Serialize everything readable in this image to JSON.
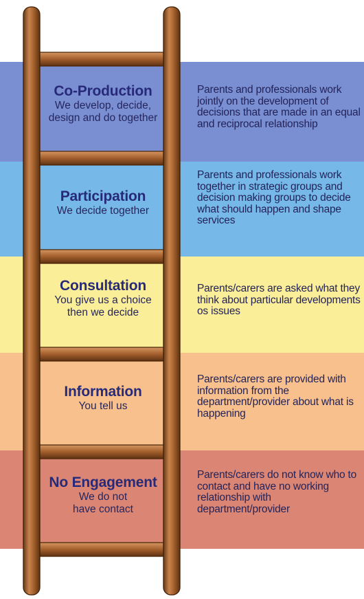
{
  "colors": {
    "co_production": "#7a8fd2",
    "participation": "#76b8e8",
    "consultation": "#fbee98",
    "information": "#f7c08c",
    "no_engagement": "#db8674",
    "wood_dark": "#6a3a16",
    "wood_light": "#c8834e"
  },
  "rungs": [
    {
      "title": "Co-Production",
      "subtitle": "We develop, decide, design and do together",
      "description": "Parents and professionals work jointly on the development of decisions that are made in an equal and reciprocal relationship"
    },
    {
      "title": "Participation",
      "subtitle": "We decide together",
      "description": "Parents and professionals work together in strategic groups and decision making groups to decide what should happen and shape services"
    },
    {
      "title": "Consultation",
      "subtitle": "You give us a choice then we decide",
      "description": "Parents/carers are asked what they think about particular developments os issues"
    },
    {
      "title": "Information",
      "subtitle": "You tell us",
      "description": "Parents/carers are provided with information from the department/provider about what is happening"
    },
    {
      "title": "No Engagement",
      "subtitle": "We do not have contact",
      "description": "Parents/carers do not know who to contact and have no working relationship with department/provider"
    }
  ]
}
